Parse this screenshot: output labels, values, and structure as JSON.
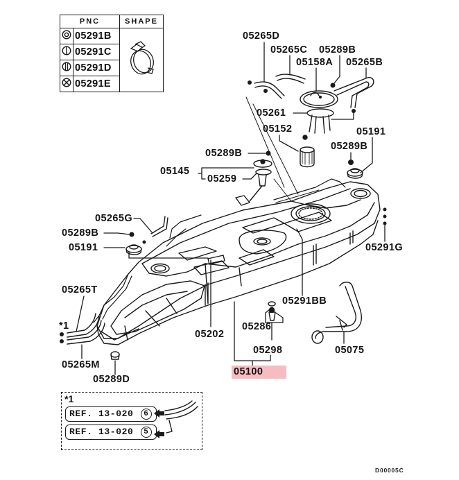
{
  "diagram": {
    "title": "Fuel Tank Assembly Parts Diagram",
    "code": "D00005C",
    "highlight_color": "#f6bcc1",
    "line_color": "#1a1a1a"
  },
  "pnc_table": {
    "headers": {
      "pnc": "PNC",
      "shape": "SHAPE"
    },
    "rows": [
      {
        "symbol": "double-circle-icon",
        "pnc": "05291B"
      },
      {
        "symbol": "circle-single-bar-icon",
        "pnc": "05291C"
      },
      {
        "symbol": "circle-double-bar-icon",
        "pnc": "05291D"
      },
      {
        "symbol": "circle-x-icon",
        "pnc": "05291E"
      }
    ],
    "shape_icon": "hose-clamp-icon"
  },
  "callouts": [
    {
      "id": "05265D",
      "label": "05265D"
    },
    {
      "id": "05265C",
      "label": "05265C"
    },
    {
      "id": "05289B-top",
      "label": "05289B"
    },
    {
      "id": "05158A",
      "label": "05158A"
    },
    {
      "id": "05265B",
      "label": "05265B"
    },
    {
      "id": "05261",
      "label": "05261"
    },
    {
      "id": "05152",
      "label": "05152"
    },
    {
      "id": "05191-right",
      "label": "05191"
    },
    {
      "id": "05289B-right",
      "label": "05289B"
    },
    {
      "id": "05289B-mid",
      "label": "05289B"
    },
    {
      "id": "05145",
      "label": "05145"
    },
    {
      "id": "05259",
      "label": "05259"
    },
    {
      "id": "05265G",
      "label": "05265G"
    },
    {
      "id": "05289B-left",
      "label": "05289B"
    },
    {
      "id": "05191-left",
      "label": "05191"
    },
    {
      "id": "05291G",
      "label": "05291G"
    },
    {
      "id": "05265T",
      "label": "05265T"
    },
    {
      "id": "05291BB",
      "label": "05291BB"
    },
    {
      "id": "05202",
      "label": "05202"
    },
    {
      "id": "05286",
      "label": "05286"
    },
    {
      "id": "05298",
      "label": "05298"
    },
    {
      "id": "05075",
      "label": "05075"
    },
    {
      "id": "05265M",
      "label": "05265M"
    },
    {
      "id": "05100",
      "label": "05100",
      "highlighted": true
    },
    {
      "id": "05289D",
      "label": "05289D"
    }
  ],
  "note_marker": "*1",
  "reference_box": {
    "marker": "*1",
    "refs": [
      {
        "text": "REF. 13-020",
        "circled": "6"
      },
      {
        "text": "REF. 13-020",
        "circled": "5"
      }
    ]
  }
}
